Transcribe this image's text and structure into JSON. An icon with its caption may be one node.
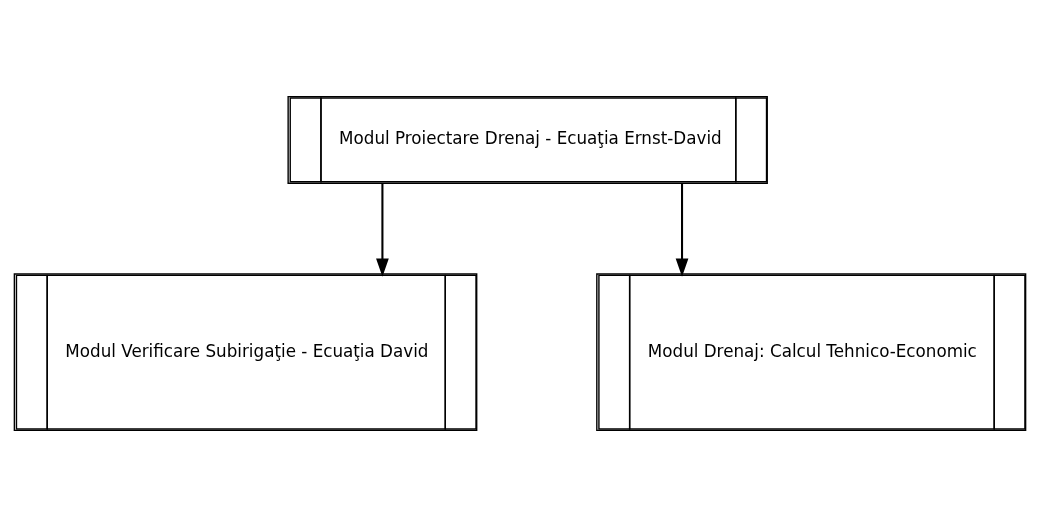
{
  "diagram": {
    "nodes": [
      {
        "text": [
          "Modul Proiectare Drenaj - Ecuaţia Ernst-David"
        ]
      },
      {
        "text": [
          "Modul Verificare Subirigaţie - Ecuaţia David"
        ]
      },
      {
        "text": [
          "Modul Drenaj: Calcul Tehnico-Economic"
        ]
      }
    ],
    "edges": [
      {
        "from": 0,
        "to": 1,
        "arrow": "to"
      },
      {
        "from": 0,
        "to": 2,
        "arrow": "to"
      }
    ]
  }
}
